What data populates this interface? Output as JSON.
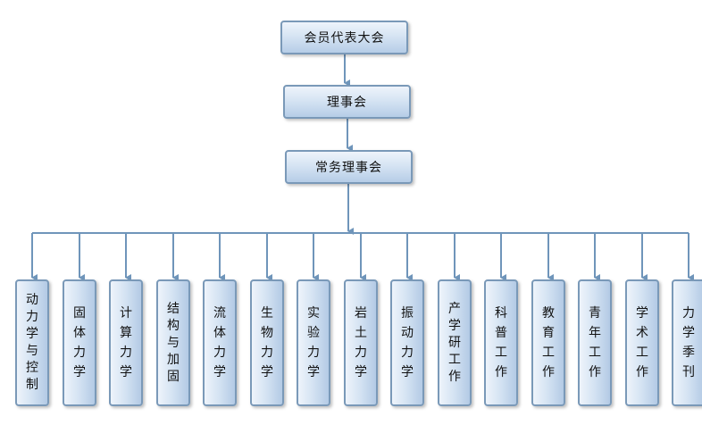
{
  "colors": {
    "line": "#6f95ba",
    "box_border": "#7a99b8"
  },
  "top": {
    "congress": "会员代表大会",
    "council": "理事会",
    "standing": "常务理事会"
  },
  "branches": [
    "动力学与控制",
    "固体力学",
    "计算力学",
    "结构与加固",
    "流体力学",
    "生物力学",
    "实验力学",
    "岩土力学",
    "振动力学",
    "产学研工作",
    "科普工作",
    "教育工作",
    "青年工作",
    "学术工作",
    "力学季刊"
  ]
}
